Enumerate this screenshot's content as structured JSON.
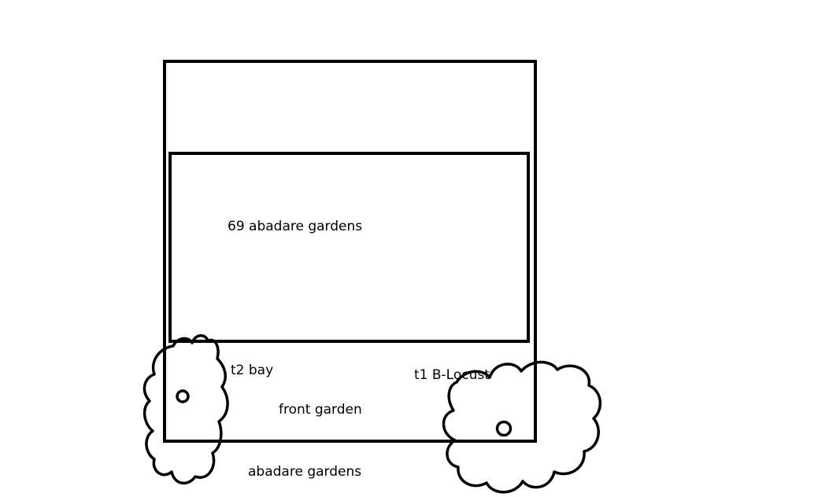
{
  "plan": {
    "house_label": "69 abadare gardens",
    "front_garden_label": "front garden",
    "street_label": "abadare gardens",
    "trees": [
      {
        "id": "t2",
        "label": "t2 bay",
        "icon": "tree-canopy-icon"
      },
      {
        "id": "t1",
        "label": "t1 B-Locust",
        "icon": "tree-canopy-icon"
      }
    ]
  },
  "colors": {
    "background": "#ffffff",
    "ink": "#000000"
  }
}
